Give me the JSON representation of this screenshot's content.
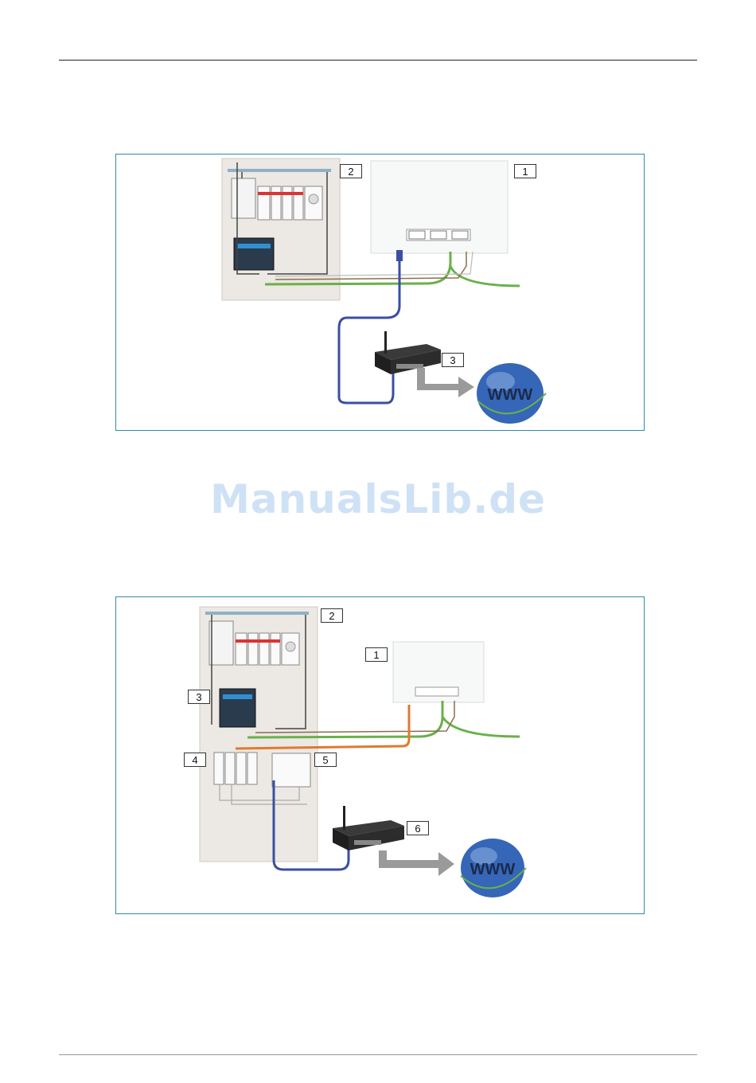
{
  "watermark": {
    "text": "ManualsLib.de"
  },
  "figure1": {
    "callouts": [
      "1",
      "2",
      "3"
    ],
    "globe_label": "WWW"
  },
  "figure2": {
    "callouts": [
      "1",
      "2",
      "3",
      "4",
      "5",
      "6"
    ],
    "globe_label": "WWW"
  },
  "colors": {
    "frame": "#2f8aa8",
    "lan_cable": "#3a4fa3",
    "bus_cable": "#6ab04c",
    "orange_cable": "#e07a2e",
    "arrow": "#9a9a9a",
    "globe": "#3566b8"
  }
}
